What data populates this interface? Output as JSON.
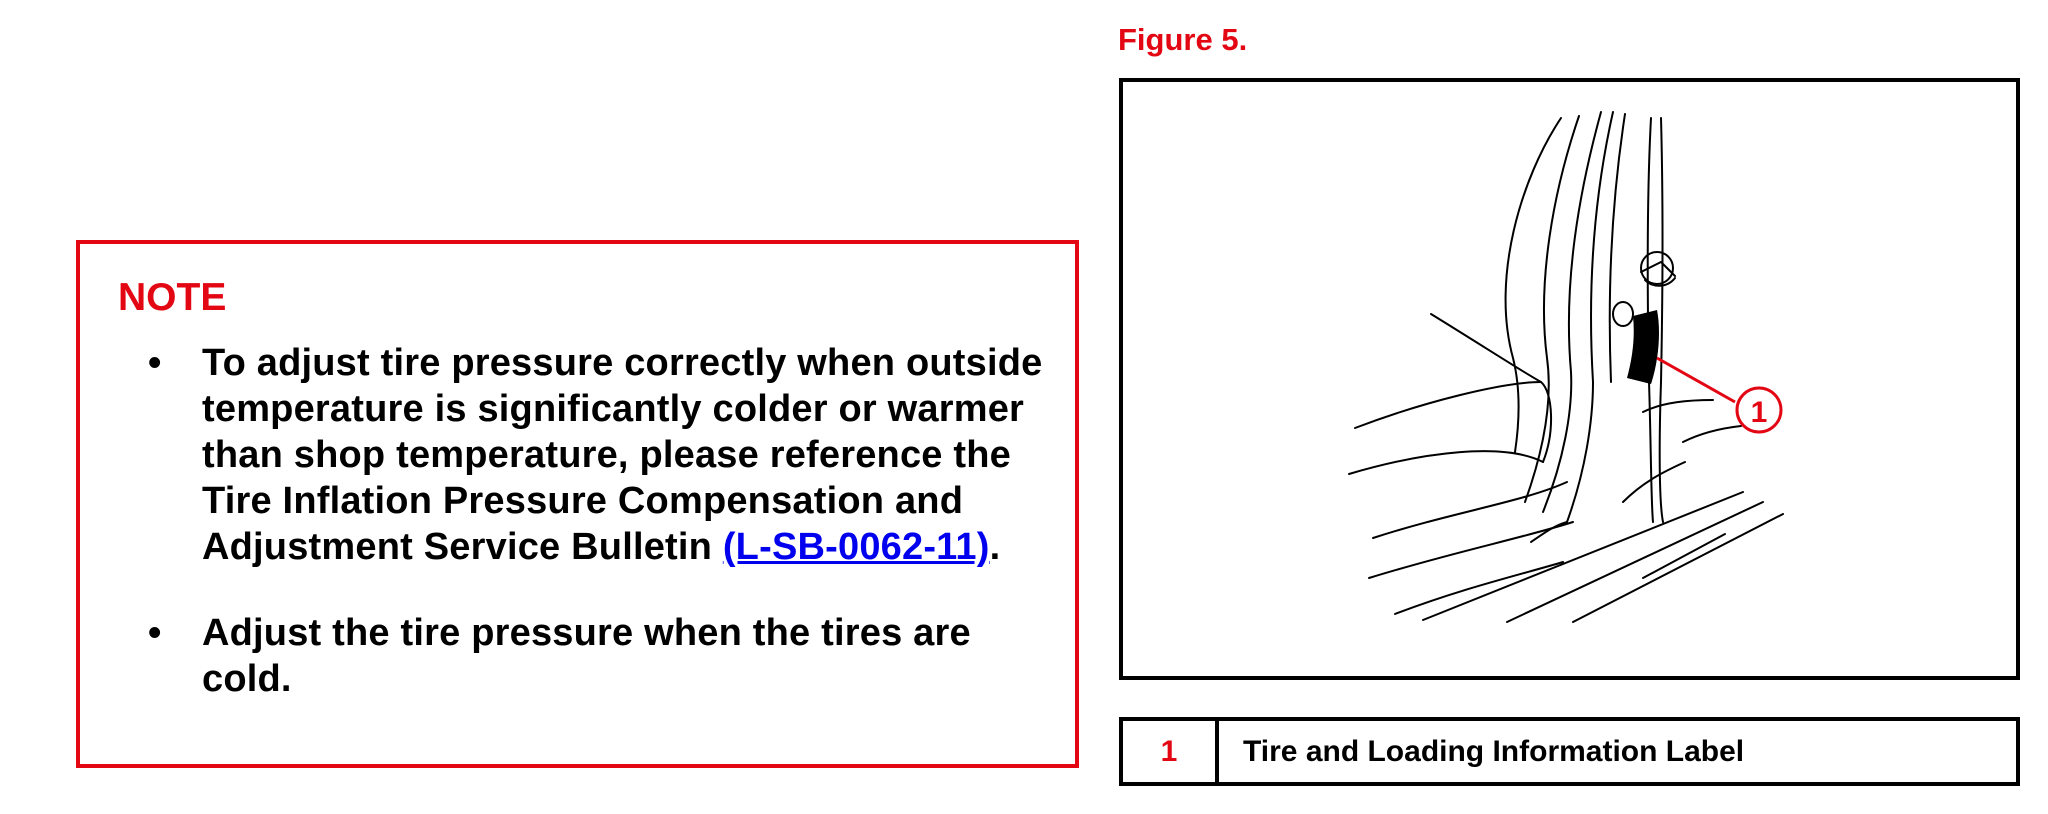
{
  "note": {
    "title": "NOTE",
    "bullet_symbol": "•",
    "items": [
      {
        "text": "To adjust tire pressure correctly when outside temperature is significantly colder or warmer than shop temperature, please reference the Tire Inflation Pressure Compensation and Adjustment Service Bulletin ",
        "link": "(L-SB-0062-11)",
        "suffix": "."
      },
      {
        "text": "Adjust the tire pressure when the tires are cold."
      }
    ]
  },
  "figure": {
    "title": "Figure 5.",
    "callout": "1"
  },
  "legend": {
    "number": "1",
    "label": "Tire and Loading Information Label"
  },
  "colors": {
    "accent_red": "#e30613",
    "link_blue": "#0000ee"
  }
}
